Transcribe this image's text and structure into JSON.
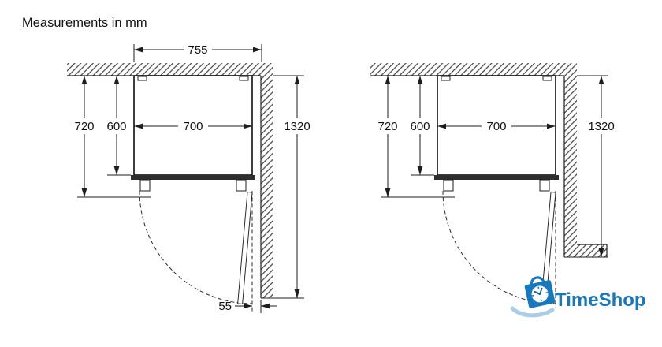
{
  "title": "Measurements in mm",
  "diagrams": {
    "left": {
      "dims": {
        "niche_width": "755",
        "width": "700",
        "depth_with_door": "720",
        "depth": "600",
        "wall_depth": "1320",
        "hinge_side_gap": "55"
      }
    },
    "right": {
      "dims": {
        "width": "700",
        "depth_with_door": "720",
        "depth": "600",
        "wall_depth": "1320"
      }
    }
  },
  "logo": {
    "text": "TimeShop"
  },
  "colors": {
    "line": "#1d1d1d",
    "logo_blue": "#1878be",
    "swoosh": "#a9cde9"
  }
}
